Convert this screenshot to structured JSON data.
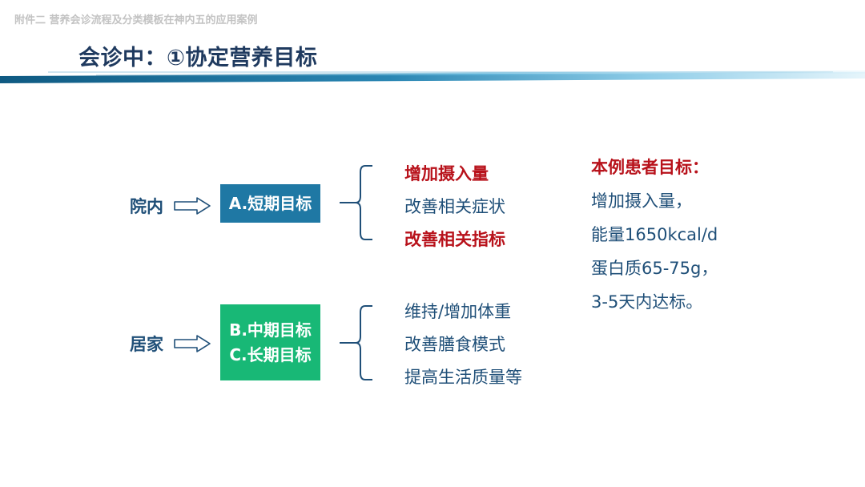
{
  "header": {
    "note": "附件二 营养会诊流程及分类模板在神内五的应用案例"
  },
  "slide": {
    "title": "会诊中：①协定营养目标"
  },
  "inpatient": {
    "label": "院内",
    "box_label": "A.短期目标",
    "items": [
      {
        "text": "增加摄入量",
        "emphasis": true
      },
      {
        "text": "改善相关症状",
        "emphasis": false
      },
      {
        "text": "改善相关指标",
        "emphasis": true
      }
    ]
  },
  "home": {
    "label": "居家",
    "box_lines": [
      "B.中期目标",
      "C.长期目标"
    ],
    "items": [
      {
        "text": "维持/增加体重",
        "emphasis": false
      },
      {
        "text": "改善膳食模式",
        "emphasis": false
      },
      {
        "text": "提高生活质量等",
        "emphasis": false
      }
    ]
  },
  "patient_goal": {
    "title": "本例患者目标：",
    "lines": [
      "增加摄入量，",
      "能量1650kcal/d",
      "蛋白质65-75g，",
      "3-5天内达标。"
    ]
  },
  "colors": {
    "title": "#1f3a5f",
    "text_blue": "#1f4f78",
    "emphasis_red": "#b8121b",
    "box_short": "#1f78a4",
    "box_long": "#18b876"
  }
}
